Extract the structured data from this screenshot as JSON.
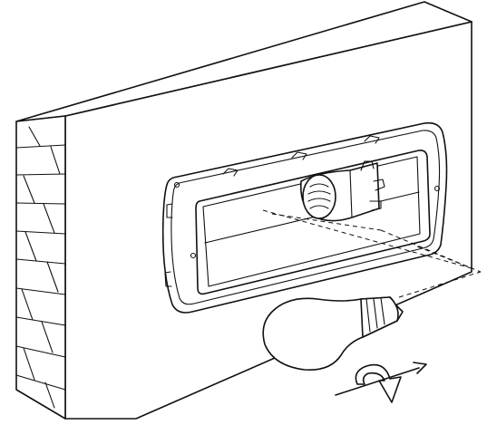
{
  "diagram": {
    "kind": "installation-illustration",
    "text": "",
    "components": [
      "brick-wall",
      "wall-panel",
      "light-fixture-housing",
      "lamp-socket",
      "light-bulb",
      "rotation-arrow"
    ]
  }
}
